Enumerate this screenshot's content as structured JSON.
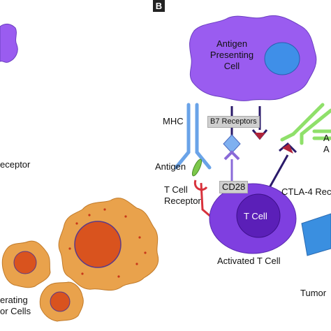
{
  "panel_b_badge": "B",
  "labels": {
    "antigen_presenting_cell": [
      "Antigen",
      "Presenting",
      "Cell"
    ],
    "mhc": "MHC",
    "b7_receptors": "B7 Receptors",
    "antigen": "Antigen",
    "cd28": "CD28",
    "ctla4": "CTLA-4 Rec",
    "t_cell_receptor": [
      "T Cell",
      "Receptor"
    ],
    "t_cell": "T Cell",
    "activated_t_cell": "Activated T Cell",
    "left_receptor": "eceptor",
    "proliferating_cells": [
      "erating",
      "or Cells"
    ],
    "right_antibody": [
      "A",
      "A"
    ],
    "tumor": "Tumor"
  },
  "colors": {
    "apc_fill": "#9a5cf0",
    "apc_nucleus": "#3f8fe8",
    "t_cell_fill": "#7f3fe0",
    "t_cell_nucleus": "#5b1fb8",
    "receptor_blue": "#6aa3e8",
    "tcr_red": "#d8323c",
    "cd28_purple": "#8a6ad8",
    "b7_blue": "#7fb0f0",
    "ctla4_dark": "#2a1a6a",
    "antigen_green": "#7cc84a",
    "antibody_green": "#8fe06a",
    "tumor_cell": "#e9a24c",
    "tumor_nucleus": "#d9531e",
    "tumor_box": "#3a8fe0"
  }
}
